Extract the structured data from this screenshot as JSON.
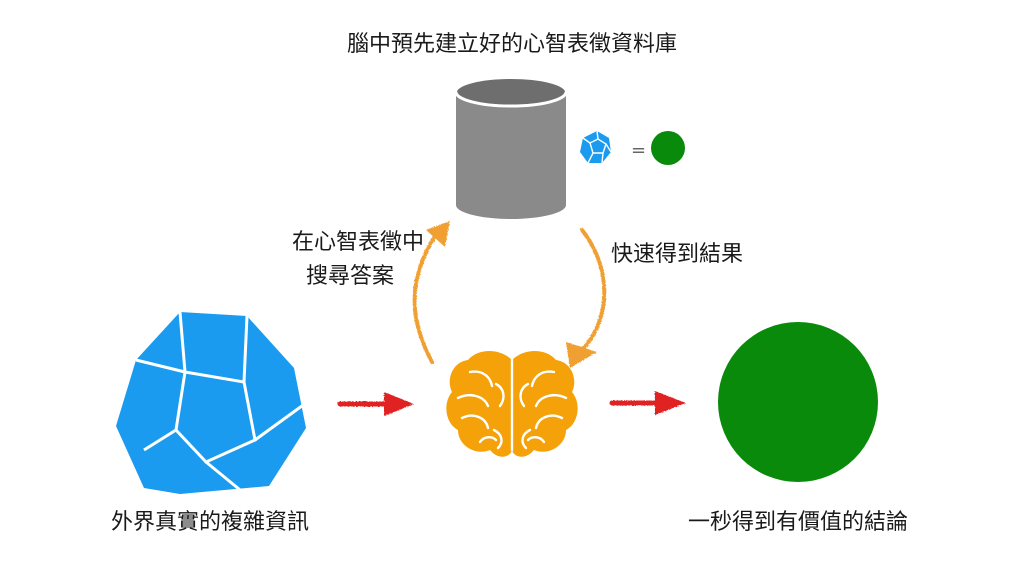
{
  "diagram": {
    "database_caption": "腦中預先建立好的心智表徵資料庫",
    "search_caption_line1": "在心智表徵中",
    "search_caption_line2": "搜尋答案",
    "result_caption": "快速得到結果",
    "input_caption": "外界真實的複雜資訊",
    "output_caption": "一秒得到有價值的結論",
    "legend_equals": "=",
    "colors": {
      "dodecahedron": "#1a9bf0",
      "conclusion": "#0a8a0a",
      "database": "#8a8a8a",
      "brain": "#f5a20a",
      "flow_arrow": "#e02020",
      "loop_arrow": "#f0a030"
    },
    "icons": [
      "database-icon",
      "dodecahedron-icon",
      "brain-icon",
      "conclusion-circle-icon"
    ]
  }
}
